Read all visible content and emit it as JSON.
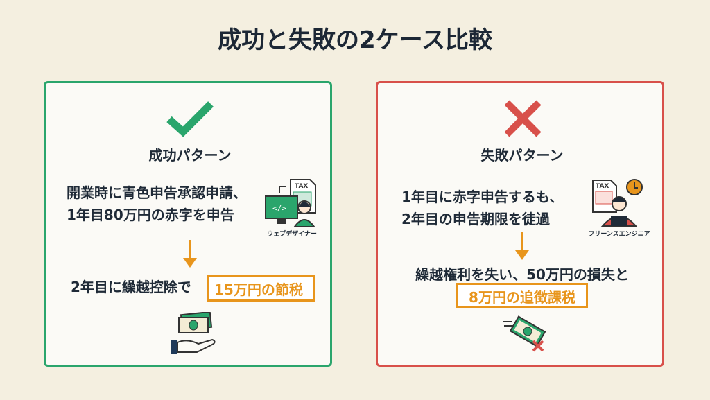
{
  "title": "成功と失敗の2ケース比較",
  "colors": {
    "success": "#2aa56c",
    "failure": "#d8504a",
    "accent": "#e8951c",
    "background": "#f4efe0"
  },
  "success": {
    "icon": "check-icon",
    "heading": "成功パターン",
    "lines": [
      "開業時に青色申告承認申請、",
      "1年目80万円の赤字を申告"
    ],
    "persona_label": "ウェブデザイナー",
    "persona_icon": "web-designer-icon",
    "doc_text": "TAX",
    "result_text": "2年目に繰越控除で",
    "callout": "15万円の節税",
    "bottom_icon": "money-in-hand-icon"
  },
  "failure": {
    "icon": "cross-icon",
    "heading": "失敗パターン",
    "lines": [
      "1年目に赤字申告するも、",
      "2年目の申告期限を徒過"
    ],
    "persona_label": "フリーンスエンジニア",
    "persona_icon": "freelance-engineer-icon",
    "doc_text": "TAX",
    "result_text": "繰越権利を失い、50万円の損失と",
    "callout": "8万円の追徴課税",
    "bottom_icon": "money-lost-icon"
  }
}
